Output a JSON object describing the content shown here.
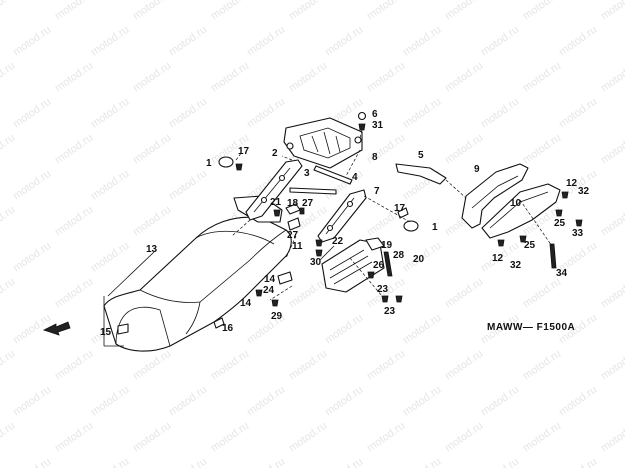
{
  "watermark": "motod.ru",
  "diagram_code": "MAWW— F1500A",
  "callouts": [
    "1",
    "2",
    "3",
    "4",
    "5",
    "6",
    "7",
    "8",
    "9",
    "10",
    "11",
    "12",
    "13",
    "14",
    "15",
    "16",
    "17",
    "19",
    "20",
    "21",
    "22",
    "23",
    "24",
    "25",
    "26",
    "27",
    "28",
    "29",
    "30",
    "31",
    "32",
    "33",
    "34"
  ],
  "labels": {
    "c17a": "17",
    "c1a": "1",
    "c2": "2",
    "c3": "3",
    "c4": "4",
    "c5": "5",
    "c6": "6",
    "c31": "31",
    "c8": "8",
    "c7": "7",
    "c9": "9",
    "c10": "10",
    "c12a": "12",
    "c32a": "32",
    "c25a": "25",
    "c33": "33",
    "c25b": "25",
    "c12b": "12",
    "c32b": "32",
    "c34": "34",
    "c21": "21",
    "c18": "18",
    "c27a": "27",
    "c27b": "27",
    "c11": "11",
    "c22": "22",
    "c17b": "17",
    "c1b": "1",
    "c19": "19",
    "c28": "28",
    "c20": "20",
    "c26": "26",
    "c23a": "23",
    "c23b": "23",
    "c30": "30",
    "c13": "13",
    "c14": "14",
    "c24": "24",
    "c14b": "14",
    "c29": "29",
    "c16": "16",
    "c15": "15"
  }
}
